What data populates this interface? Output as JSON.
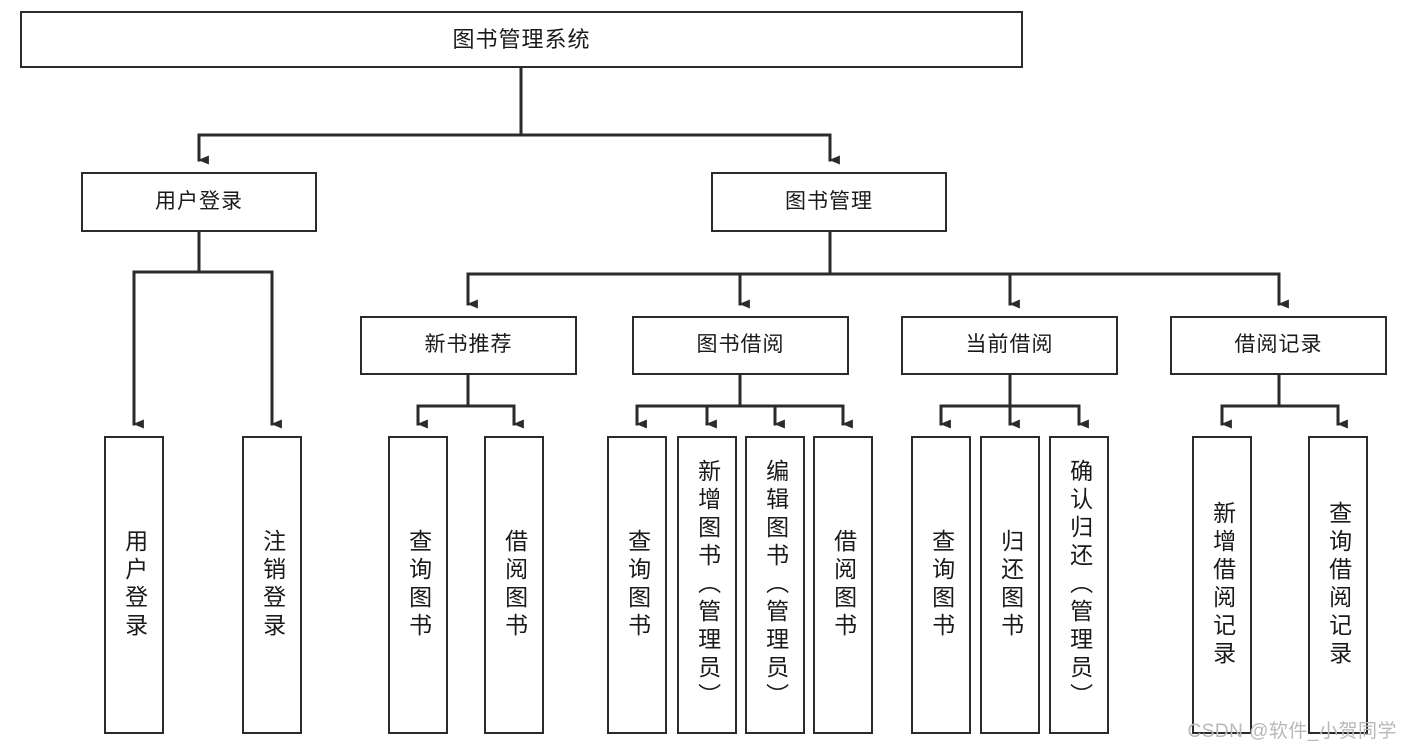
{
  "diagram": {
    "title": "图书管理系统",
    "type": "hierarchy-tree",
    "colors": {
      "box_border": "#2b2b2b",
      "box_fill": "#ffffff",
      "connector": "#2b2b2b",
      "text": "#1a1a1a",
      "watermark": "#b8b8b8"
    },
    "root": {
      "label": "图书管理系统"
    },
    "level2": [
      {
        "label": "用户登录"
      },
      {
        "label": "图书管理"
      }
    ],
    "level3": [
      {
        "label": "新书推荐"
      },
      {
        "label": "图书借阅"
      },
      {
        "label": "当前借阅"
      },
      {
        "label": "借阅记录"
      }
    ],
    "leaves": {
      "user_login": [
        {
          "label": "用户登录"
        },
        {
          "label": "注销登录"
        }
      ],
      "new_book": [
        {
          "label": "查询图书"
        },
        {
          "label": "借阅图书"
        }
      ],
      "book_borrow": [
        {
          "label": "查询图书"
        },
        {
          "label": "新增图书（管理员）"
        },
        {
          "label": "编辑图书（管理员）"
        },
        {
          "label": "借阅图书"
        }
      ],
      "current_borrow": [
        {
          "label": "查询图书"
        },
        {
          "label": "归还图书"
        },
        {
          "label": "确认归还（管理员）"
        }
      ],
      "borrow_record": [
        {
          "label": "新增借阅记录"
        },
        {
          "label": "查询借阅记录"
        }
      ]
    }
  },
  "watermark": {
    "text": "CSDN @软件_小贺同学"
  }
}
